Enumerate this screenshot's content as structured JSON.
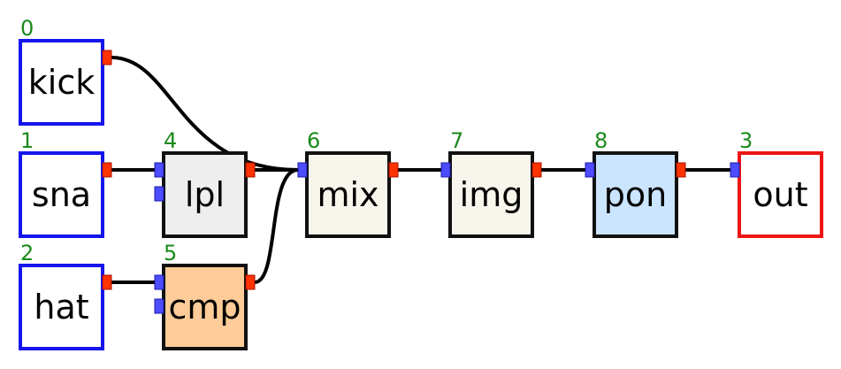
{
  "diagram": {
    "nodes": [
      {
        "id": 0,
        "index": "0",
        "label": "kick",
        "kind": "input",
        "fill": "#ffffff",
        "border": "#1515ee",
        "inputs": 0
      },
      {
        "id": 1,
        "index": "1",
        "label": "sna",
        "kind": "input",
        "fill": "#ffffff",
        "border": "#1515ee",
        "inputs": 0
      },
      {
        "id": 2,
        "index": "2",
        "label": "hat",
        "kind": "input",
        "fill": "#ffffff",
        "border": "#1515ee",
        "inputs": 0
      },
      {
        "id": 4,
        "index": "4",
        "label": "lpl",
        "kind": "process",
        "fill": "#eeeeee",
        "border": "#111111",
        "inputs": 2
      },
      {
        "id": 5,
        "index": "5",
        "label": "cmp",
        "kind": "process",
        "fill": "#ffcc99",
        "border": "#111111",
        "inputs": 2
      },
      {
        "id": 6,
        "index": "6",
        "label": "mix",
        "kind": "process",
        "fill": "#f7f5ec",
        "border": "#111111",
        "inputs": 1
      },
      {
        "id": 7,
        "index": "7",
        "label": "img",
        "kind": "process",
        "fill": "#f7f5ec",
        "border": "#111111",
        "inputs": 1
      },
      {
        "id": 8,
        "index": "8",
        "label": "pon",
        "kind": "process",
        "fill": "#cce5ff",
        "border": "#111111",
        "inputs": 1
      },
      {
        "id": 3,
        "index": "3",
        "label": "out",
        "kind": "output",
        "fill": "#ffffff",
        "border": "#ee1515",
        "inputs": 1
      }
    ],
    "edges": [
      {
        "from": 0,
        "to": 6,
        "port": 0
      },
      {
        "from": 1,
        "to": 4,
        "port": 0
      },
      {
        "from": 2,
        "to": 5,
        "port": 0
      },
      {
        "from": 4,
        "to": 6,
        "port": 0
      },
      {
        "from": 5,
        "to": 6,
        "port": 0
      },
      {
        "from": 6,
        "to": 7,
        "port": 0
      },
      {
        "from": 7,
        "to": 8,
        "port": 0
      },
      {
        "from": 8,
        "to": 3,
        "port": 0
      }
    ],
    "colors": {
      "input_port": "#4d4dff",
      "output_port": "#ff3300",
      "wire": "#000000"
    }
  }
}
